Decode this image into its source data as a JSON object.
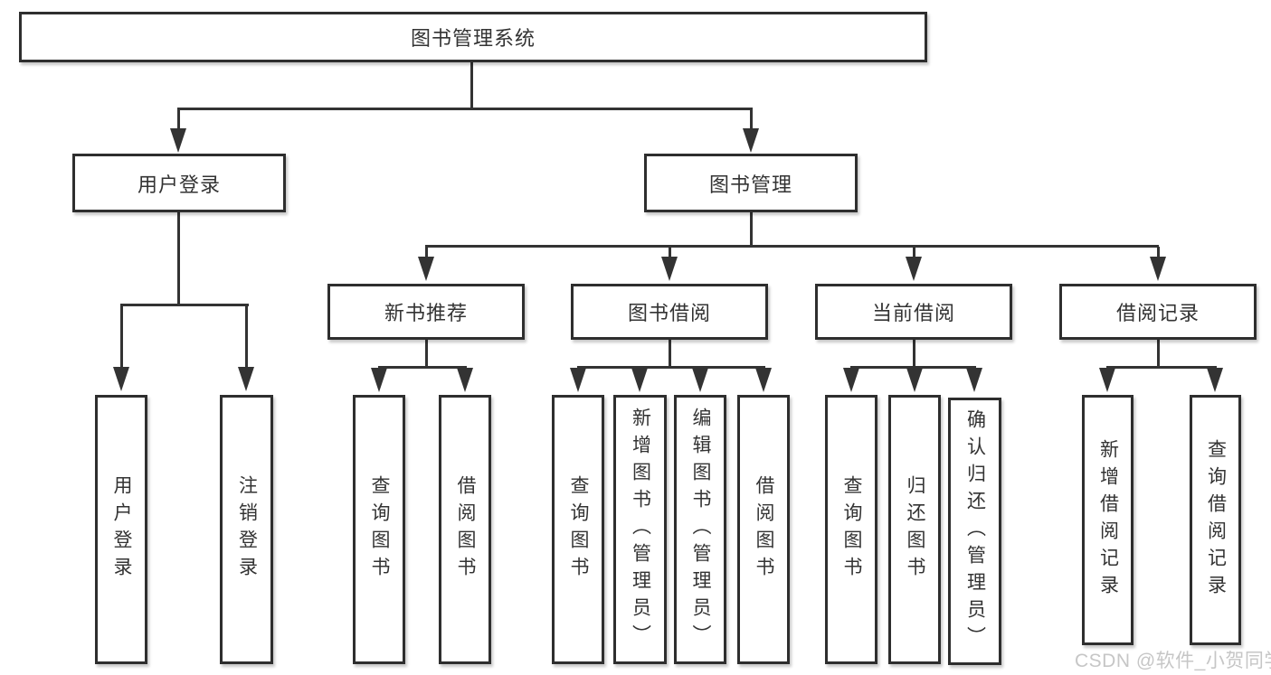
{
  "diagram_title": "图书管理系统",
  "colors": {
    "line": "#333333",
    "box_border": "#2e2e2e",
    "box_background": "#ffffff",
    "text": "#333333",
    "watermark": "#c6c6c6",
    "page_background": "#ffffff"
  },
  "nodes": {
    "root": {
      "label": "图书管理系统"
    },
    "user_login": {
      "label": "用户登录"
    },
    "book_management": {
      "label": "图书管理"
    },
    "new_book_recommend": {
      "label": "新书推荐"
    },
    "book_borrow": {
      "label": "图书借阅"
    },
    "current_borrow": {
      "label": "当前借阅"
    },
    "borrow_records": {
      "label": "借阅记录"
    },
    "leaf_user_login": {
      "label": "用户登录"
    },
    "leaf_logout": {
      "label": "注销登录"
    },
    "leaf_nb_query_books": {
      "label": "查询图书"
    },
    "leaf_nb_borrow_books": {
      "label": "借阅图书"
    },
    "leaf_bb_query_books": {
      "label": "查询图书"
    },
    "leaf_bb_add_book": {
      "label": "新增图书（管理员）"
    },
    "leaf_bb_edit_book": {
      "label": "编辑图书（管理员）"
    },
    "leaf_bb_borrow_books": {
      "label": "借阅图书"
    },
    "leaf_cb_query_books": {
      "label": "查询图书"
    },
    "leaf_cb_return_books": {
      "label": "归还图书"
    },
    "leaf_cb_confirm_return": {
      "label": "确认归还（管理员）"
    },
    "leaf_br_add_record": {
      "label": "新增借阅记录"
    },
    "leaf_br_query_record": {
      "label": "查询借阅记录"
    }
  },
  "hierarchy": {
    "图书管理系统": {
      "用户登录": [
        "用户登录",
        "注销登录"
      ],
      "图书管理": {
        "新书推荐": [
          "查询图书",
          "借阅图书"
        ],
        "图书借阅": [
          "查询图书",
          "新增图书（管理员）",
          "编辑图书（管理员）",
          "借阅图书"
        ],
        "当前借阅": [
          "查询图书",
          "归还图书",
          "确认归还（管理员）"
        ],
        "借阅记录": [
          "新增借阅记录",
          "查询借阅记录"
        ]
      }
    }
  },
  "watermark": {
    "text": "CSDN @软件_小贺同学"
  }
}
